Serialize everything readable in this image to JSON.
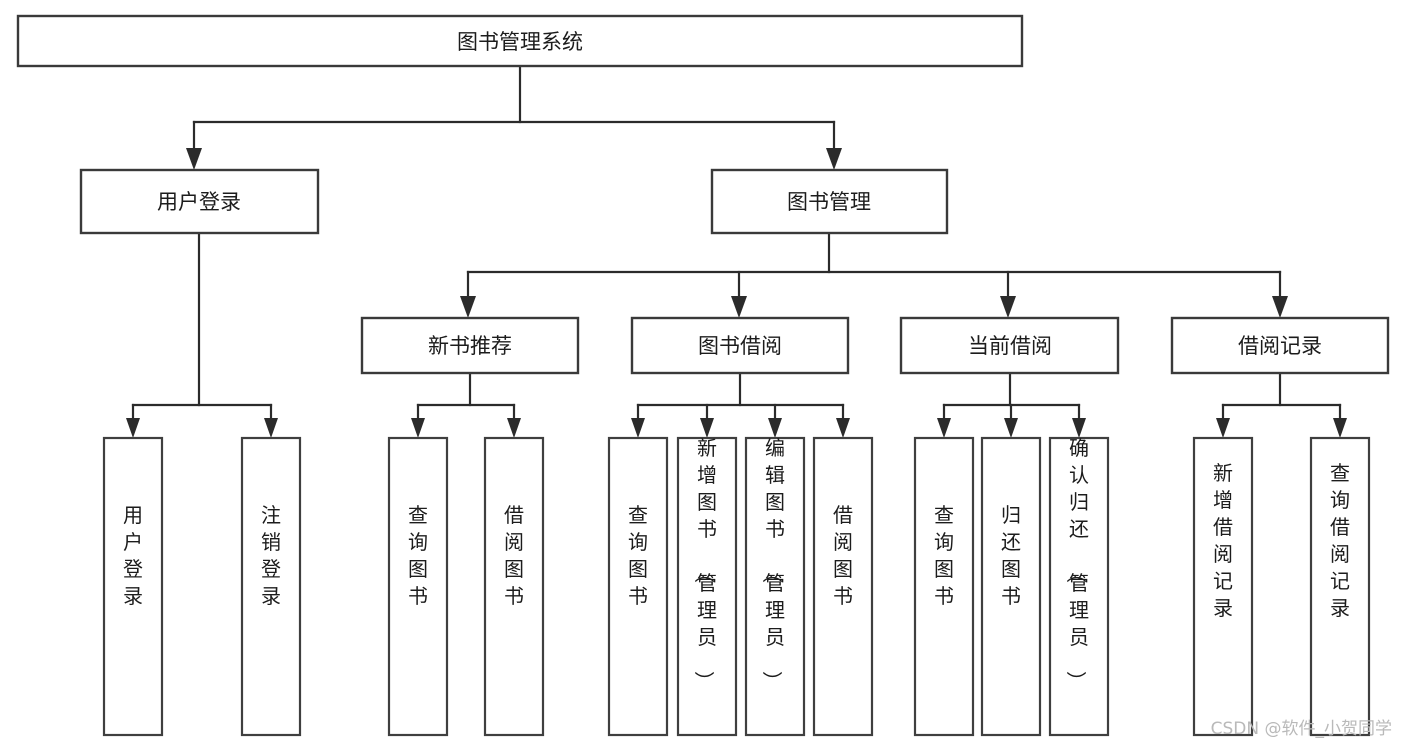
{
  "diagram": {
    "title": "图书管理系统",
    "type": "tree",
    "orientation": "top-down",
    "colors": {
      "background": "#ffffff",
      "node_fill": "#ffffff",
      "node_stroke": "#3a3a3a",
      "edge": "#2b2b2b",
      "text": "#1c1c1c",
      "watermark": "#b9b9b9"
    },
    "levels": {
      "root": {
        "label": "图书管理系统"
      },
      "level2": [
        {
          "label": "用户登录"
        },
        {
          "label": "图书管理"
        }
      ],
      "level3": [
        {
          "label": "新书推荐"
        },
        {
          "label": "图书借阅"
        },
        {
          "label": "当前借阅"
        },
        {
          "label": "借阅记录"
        }
      ]
    },
    "leaves": {
      "user_login": [
        {
          "label": "用户登录"
        },
        {
          "label": "注销登录"
        }
      ],
      "new_book_recommend": [
        {
          "label": "查询图书"
        },
        {
          "label": "借阅图书"
        }
      ],
      "book_borrow": [
        {
          "label": "查询图书"
        },
        {
          "label": "新增图书（管理员）"
        },
        {
          "label": "编辑图书（管理员）"
        },
        {
          "label": "借阅图书"
        }
      ],
      "current_borrow": [
        {
          "label": "查询图书"
        },
        {
          "label": "归还图书"
        },
        {
          "label": "确认归还（管理员）"
        }
      ],
      "borrow_record": [
        {
          "label": "新增借阅记录"
        },
        {
          "label": "查询借阅记录"
        }
      ]
    },
    "watermark": "CSDN @软件_小贺同学"
  }
}
